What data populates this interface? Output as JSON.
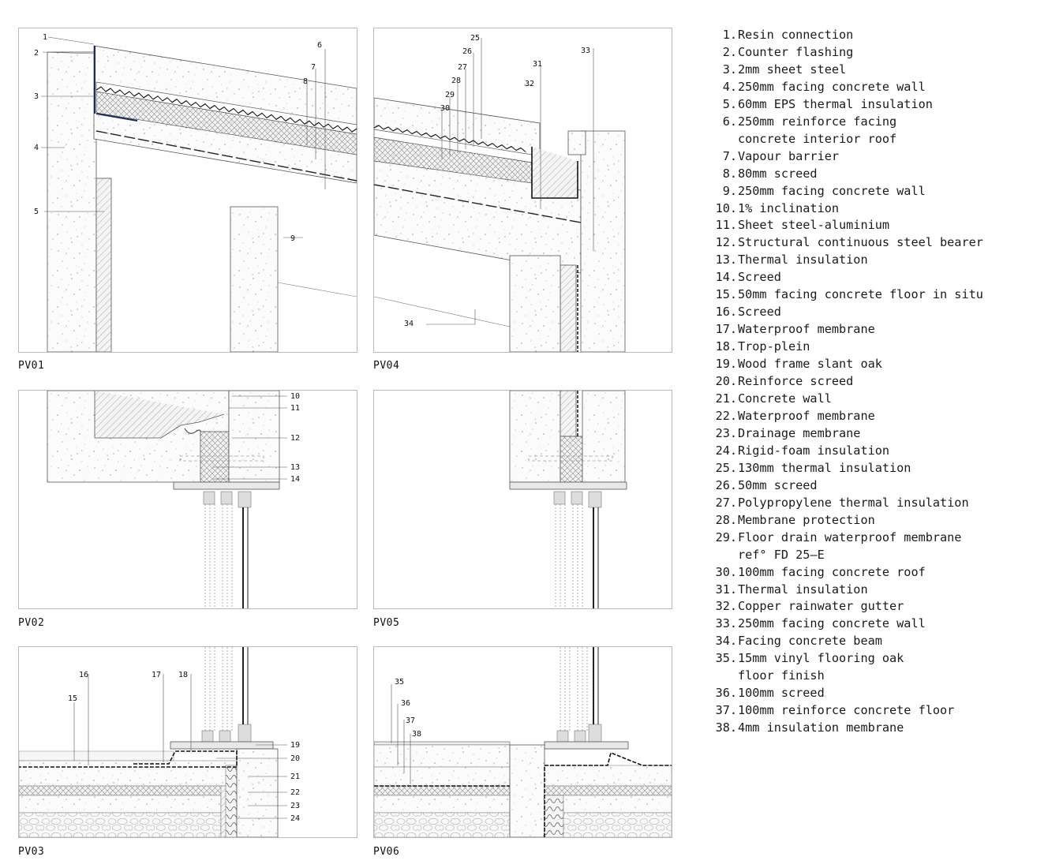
{
  "panels": [
    {
      "id": "PV01",
      "label": "PV01",
      "callouts": [
        "1",
        "2",
        "3",
        "4",
        "5",
        "6",
        "7",
        "8",
        "9"
      ]
    },
    {
      "id": "PV04",
      "label": "PV04",
      "callouts": [
        "25",
        "26",
        "27",
        "28",
        "29",
        "30",
        "31",
        "32",
        "33",
        "34"
      ]
    },
    {
      "id": "PV02",
      "label": "PV02",
      "callouts": [
        "10",
        "11",
        "12",
        "13",
        "14"
      ]
    },
    {
      "id": "PV05",
      "label": "PV05",
      "callouts": []
    },
    {
      "id": "PV03",
      "label": "PV03",
      "callouts": [
        "15",
        "16",
        "17",
        "18",
        "19",
        "20",
        "21",
        "22",
        "23",
        "24"
      ]
    },
    {
      "id": "PV06",
      "label": "PV06",
      "callouts": [
        "35",
        "36",
        "37",
        "38"
      ]
    }
  ],
  "legend": [
    {
      "num": "1.",
      "text": "Resin connection"
    },
    {
      "num": "2.",
      "text": "Counter flashing"
    },
    {
      "num": "3.",
      "text": "2mm sheet steel"
    },
    {
      "num": "4.",
      "text": "250mm facing concrete wall"
    },
    {
      "num": "5.",
      "text": "60mm EPS thermal insulation"
    },
    {
      "num": "6.",
      "text": "250mm reinforce facing\nconcrete interior roof"
    },
    {
      "num": "7.",
      "text": "Vapour barrier"
    },
    {
      "num": "8.",
      "text": "80mm screed"
    },
    {
      "num": "9.",
      "text": "250mm facing concrete wall"
    },
    {
      "num": "10.",
      "text": "1% inclination"
    },
    {
      "num": "11.",
      "text": "Sheet steel-aluminium"
    },
    {
      "num": "12.",
      "text": "Structural continuous steel bearer"
    },
    {
      "num": "13.",
      "text": "Thermal insulation"
    },
    {
      "num": "14.",
      "text": "Screed"
    },
    {
      "num": "15.",
      "text": "50mm facing concrete floor in situ"
    },
    {
      "num": "16.",
      "text": "Screed"
    },
    {
      "num": "17.",
      "text": "Waterproof membrane"
    },
    {
      "num": "18.",
      "text": "Trop-plein"
    },
    {
      "num": "19.",
      "text": "Wood frame slant oak"
    },
    {
      "num": "20.",
      "text": "Reinforce screed"
    },
    {
      "num": "21.",
      "text": "Concrete wall"
    },
    {
      "num": "22.",
      "text": "Waterproof membrane"
    },
    {
      "num": "23.",
      "text": "Drainage membrane"
    },
    {
      "num": "24.",
      "text": "Rigid-foam insulation"
    },
    {
      "num": "25.",
      "text": "130mm thermal insulation"
    },
    {
      "num": "26.",
      "text": "50mm screed"
    },
    {
      "num": "27.",
      "text": "Polypropylene thermal insulation"
    },
    {
      "num": "28.",
      "text": "Membrane protection"
    },
    {
      "num": "29.",
      "text": "Floor drain waterproof membrane\nref° FD 25—E"
    },
    {
      "num": "30.",
      "text": "100mm facing concrete roof"
    },
    {
      "num": "31.",
      "text": "Thermal insulation"
    },
    {
      "num": "32.",
      "text": "Copper rainwater gutter"
    },
    {
      "num": "33.",
      "text": "250mm facing concrete wall"
    },
    {
      "num": "34.",
      "text": "Facing concrete beam"
    },
    {
      "num": "35.",
      "text": "15mm vinyl flooring oak\nfloor finish"
    },
    {
      "num": "36.",
      "text": "100mm screed"
    },
    {
      "num": "37.",
      "text": "100mm reinforce concrete floor"
    },
    {
      "num": "38.",
      "text": "4mm insulation membrane"
    }
  ]
}
